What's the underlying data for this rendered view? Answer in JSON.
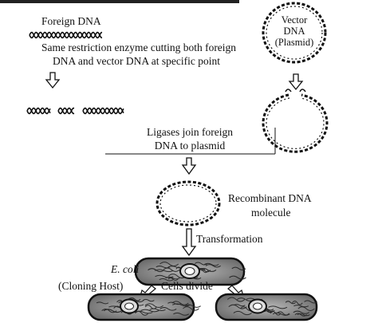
{
  "labels": {
    "foreign_dna": "Foreign DNA",
    "vector_dna_line1": "Vector",
    "vector_dna_line2": "DNA",
    "vector_dna_line3": "(Plasmid)",
    "restriction_line1": "Same restriction enzyme cutting both foreign",
    "restriction_line2": "DNA and vector DNA at specific point",
    "ligase_line1": "Ligases join foreign",
    "ligase_line2": "DNA to plasmid",
    "recombinant_line1": "Recombinant DNA",
    "recombinant_line2": "molecule",
    "transformation": "Transformation",
    "ecoli": "E. coli",
    "cloning_host": "(Cloning Host)",
    "cells_divide": "Cells divide"
  },
  "colors": {
    "ink": "#111111",
    "cell_fill": "#9a9a9a",
    "background": "#ffffff"
  }
}
